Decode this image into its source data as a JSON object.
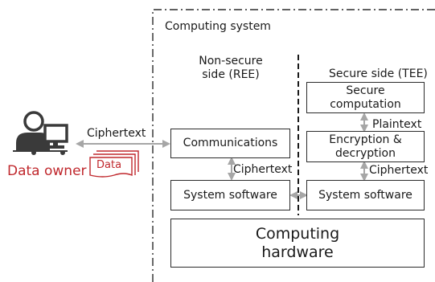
{
  "system_label": "Computing system",
  "ree_label": "Non-secure side (REE)",
  "ree_label_line1": "Non-secure",
  "ree_label_line2": "side (REE)",
  "tee_label": "Secure side (TEE)",
  "boxes": {
    "communications": "Communications",
    "system_software_ree": "System software",
    "secure_computation_line1": "Secure",
    "secure_computation_line2": "computation",
    "encryption_line1": "Encryption &",
    "encryption_line2": "decryption",
    "system_software_tee": "System software",
    "hardware_line1": "Computing",
    "hardware_line2": "hardware"
  },
  "arrow_labels": {
    "owner_to_comm": "Ciphertext",
    "comm_to_syssw": "Ciphertext",
    "secure_to_enc": "Plaintext",
    "enc_to_syssw": "Ciphertext"
  },
  "owner_label": "Data owner",
  "data_doc_label": "Data",
  "colors": {
    "accent_red": "#c0282d",
    "box_border": "#2b2b2b",
    "arrow_gray": "#a6a6a6",
    "icon_dark": "#3a3a3a"
  }
}
